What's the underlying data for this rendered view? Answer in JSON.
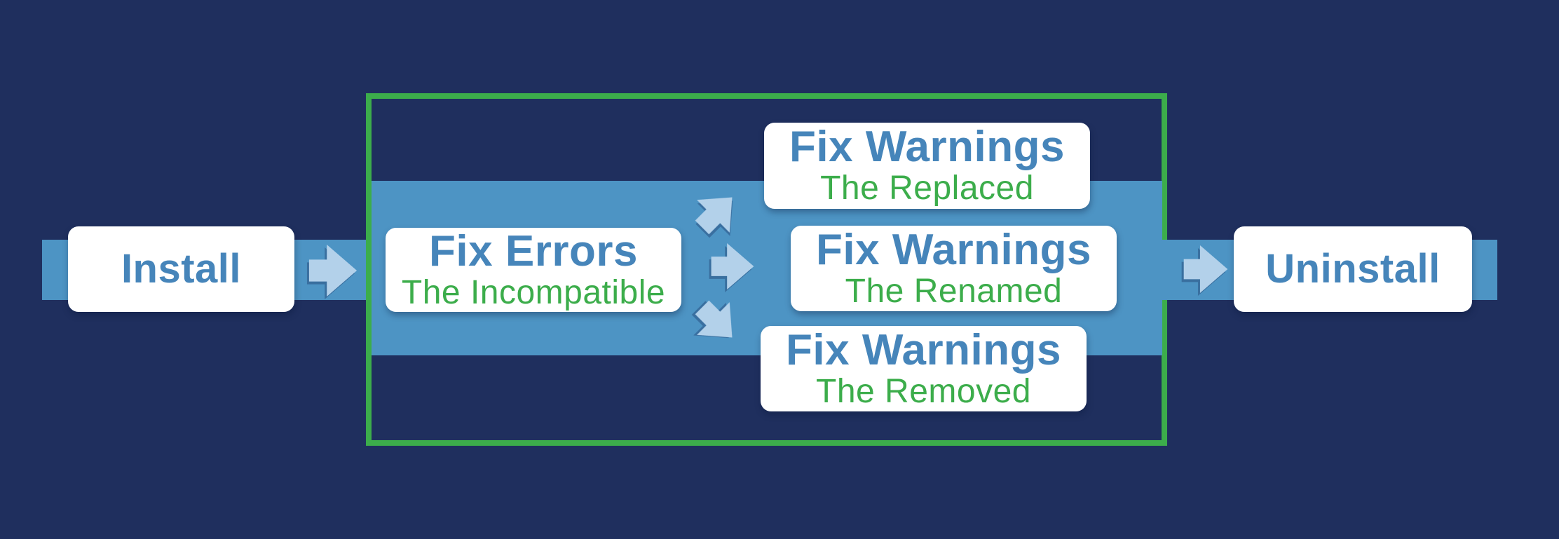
{
  "colors": {
    "background": "#1F2F5E",
    "band": "#4D94C4",
    "arrow": "#B3D1EA",
    "green": "#3CAD4B",
    "title_blue": "#4685BA",
    "box_bg": "#FFFFFF"
  },
  "diagram": {
    "nodes": {
      "install": {
        "title": "Install"
      },
      "fix_errors": {
        "title": "Fix Errors",
        "subtitle": "The Incompatible"
      },
      "fix_warnings": [
        {
          "title": "Fix Warnings",
          "subtitle": "The Replaced"
        },
        {
          "title": "Fix Warnings",
          "subtitle": "The Renamed"
        },
        {
          "title": "Fix Warnings",
          "subtitle": "The Removed"
        }
      ],
      "uninstall": {
        "title": "Uninstall"
      }
    },
    "icons": {
      "flow_right": "arrow-right-icon",
      "fan_up": "arrow-up-right-icon",
      "fan_down": "arrow-down-right-icon"
    }
  }
}
